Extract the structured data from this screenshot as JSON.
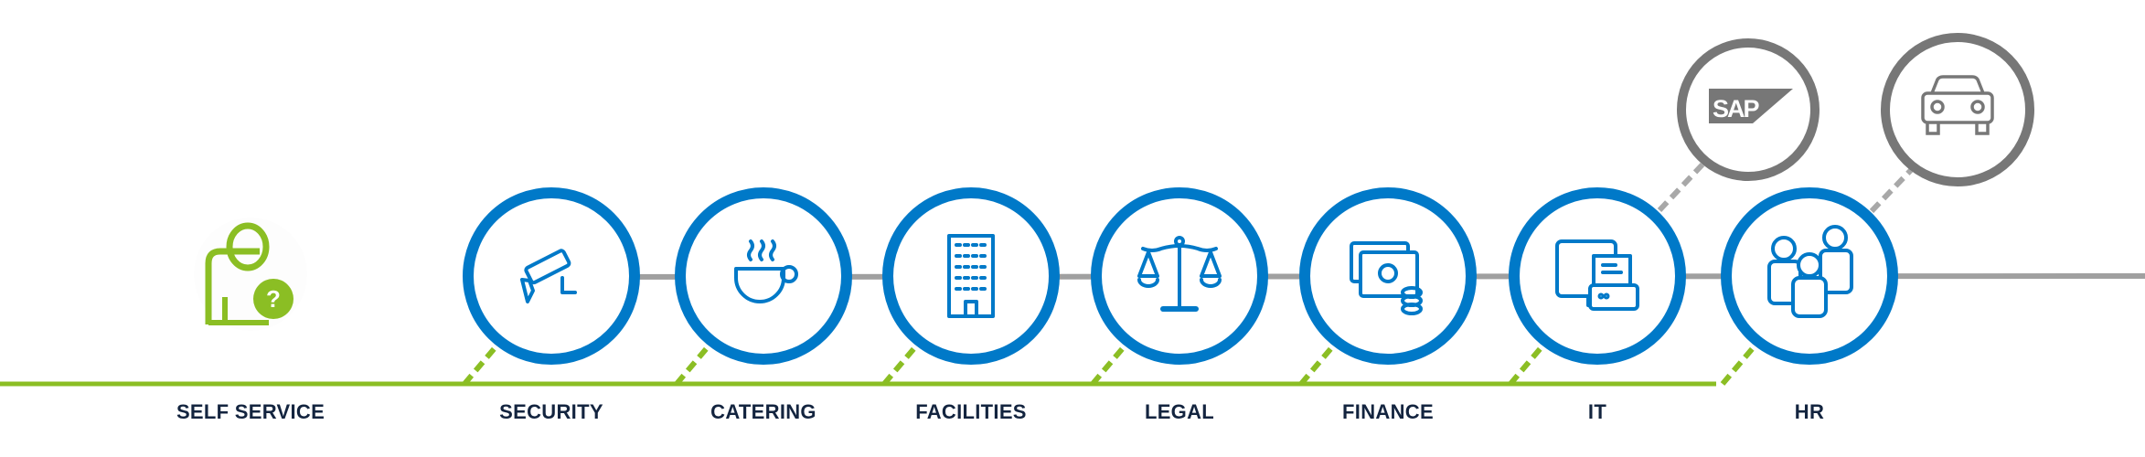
{
  "colors": {
    "blue": "#0079c8",
    "green": "#8bbe24",
    "grey": "#777777",
    "line_grey": "#a0a0a0",
    "label": "#13243f"
  },
  "start": {
    "label": "SELF SERVICE",
    "icon": "user-question-icon"
  },
  "stations": [
    {
      "label": "SECURITY",
      "icon": "security-camera-icon"
    },
    {
      "label": "CATERING",
      "icon": "coffee-cup-icon"
    },
    {
      "label": "FACILITIES",
      "icon": "building-icon"
    },
    {
      "label": "LEGAL",
      "icon": "scales-icon"
    },
    {
      "label": "FINANCE",
      "icon": "money-icon"
    },
    {
      "label": "IT",
      "icon": "computer-printer-icon"
    },
    {
      "label": "HR",
      "icon": "people-icon"
    }
  ],
  "extras": [
    {
      "logo_text": "SAP",
      "icon": "sap-logo-icon"
    },
    {
      "icon": "car-icon"
    }
  ]
}
